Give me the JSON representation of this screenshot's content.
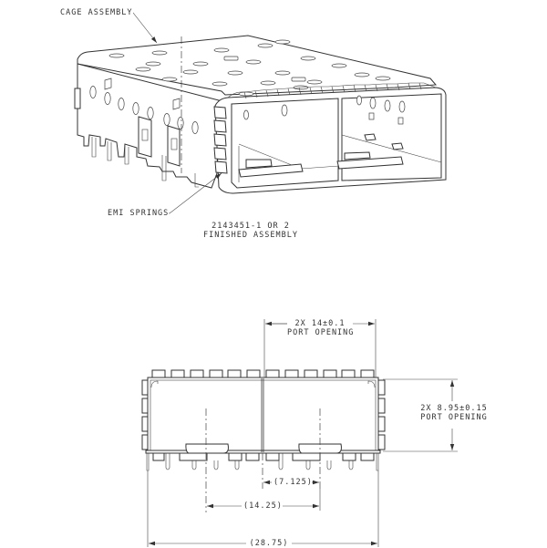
{
  "isometric_view": {
    "callouts": {
      "cage_assembly": "CAGE ASSEMBLY",
      "emi_springs": "EMI SPRINGS"
    },
    "caption": {
      "part_number": "2143451-1 OR 2",
      "description": "FINISHED ASSEMBLY"
    }
  },
  "front_view": {
    "dimensions": {
      "port_width": {
        "line1": "2X 14±0.1",
        "line2": "PORT OPENING"
      },
      "port_height": {
        "line1": "2X 8.95±0.15",
        "line2": "PORT OPENING"
      },
      "half_pitch": "(7.125)",
      "port_pitch": "(14.25)",
      "overall_width": "(28.75)"
    }
  }
}
